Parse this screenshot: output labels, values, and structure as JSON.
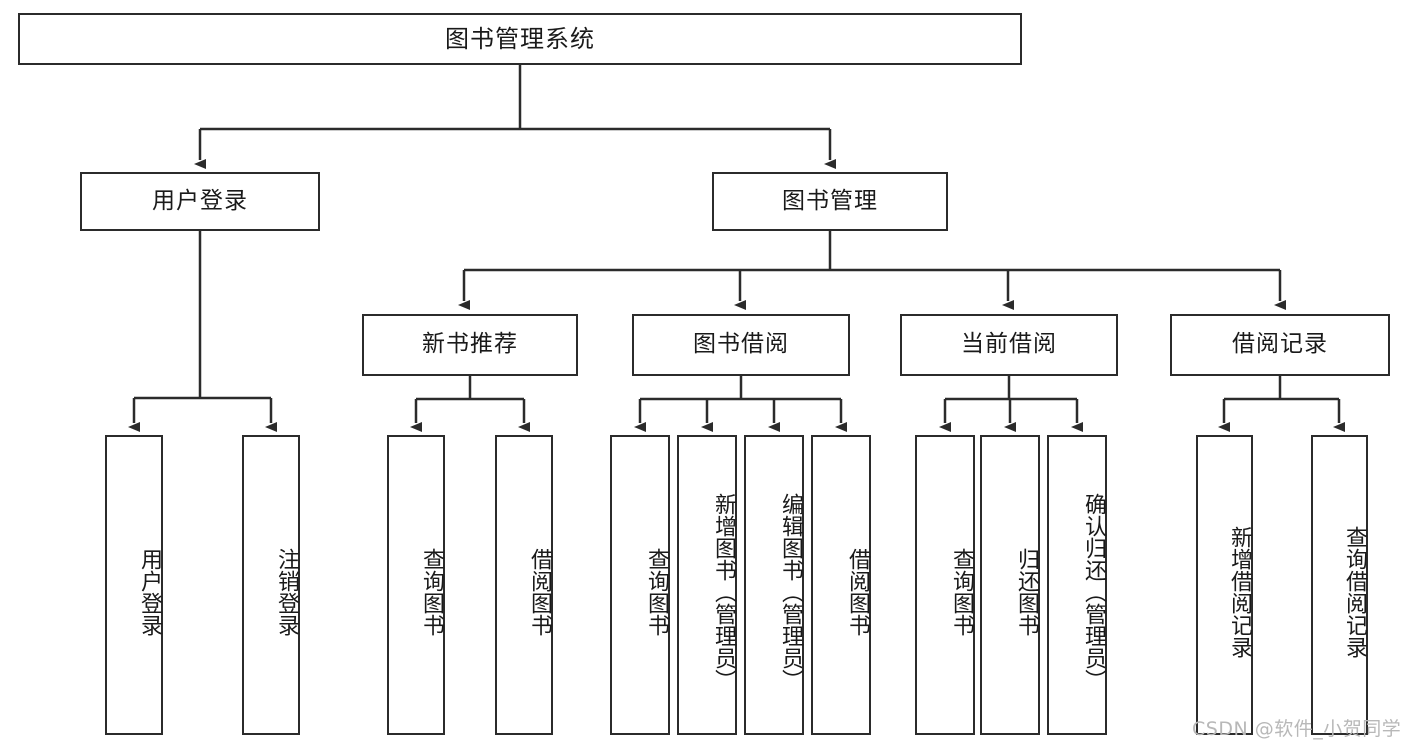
{
  "diagram": {
    "type": "tree-hierarchy",
    "title": "图书管理系统",
    "watermark": "CSDN @软件_小贺同学",
    "colors": {
      "stroke": "#2b2b2b",
      "fill": "#ffffff",
      "text": "#1a1a1a",
      "watermark": "#b8b8b8"
    },
    "nodes": {
      "root": {
        "label": "图书管理系统"
      },
      "level2": [
        {
          "id": "user-login",
          "label": "用户登录"
        },
        {
          "id": "book-manage",
          "label": "图书管理"
        }
      ],
      "level3": [
        {
          "id": "new-book-rec",
          "label": "新书推荐"
        },
        {
          "id": "book-borrow",
          "label": "图书借阅"
        },
        {
          "id": "current-borrow",
          "label": "当前借阅"
        },
        {
          "id": "borrow-record",
          "label": "借阅记录"
        }
      ],
      "leaves": {
        "user_login": [
          {
            "id": "leaf-user-login",
            "label": "用户登录"
          },
          {
            "id": "leaf-logout-login",
            "label": "注销登录"
          }
        ],
        "new_book_rec": [
          {
            "id": "leaf-query-book-1",
            "label": "查询图书"
          },
          {
            "id": "leaf-borrow-book-1",
            "label": "借阅图书"
          }
        ],
        "book_borrow": [
          {
            "id": "leaf-query-book-2",
            "label": "查询图书"
          },
          {
            "id": "leaf-add-book",
            "label": "新增图书（管理员）"
          },
          {
            "id": "leaf-edit-book",
            "label": "编辑图书（管理员）"
          },
          {
            "id": "leaf-borrow-book-2",
            "label": "借阅图书"
          }
        ],
        "current_borrow": [
          {
            "id": "leaf-query-book-3",
            "label": "查询图书"
          },
          {
            "id": "leaf-return-book",
            "label": "归还图书"
          },
          {
            "id": "leaf-confirm-return",
            "label": "确认归还（管理员）"
          }
        ],
        "borrow_record": [
          {
            "id": "leaf-add-record",
            "label": "新增借阅记录"
          },
          {
            "id": "leaf-query-record",
            "label": "查询借阅记录"
          }
        ]
      }
    }
  }
}
